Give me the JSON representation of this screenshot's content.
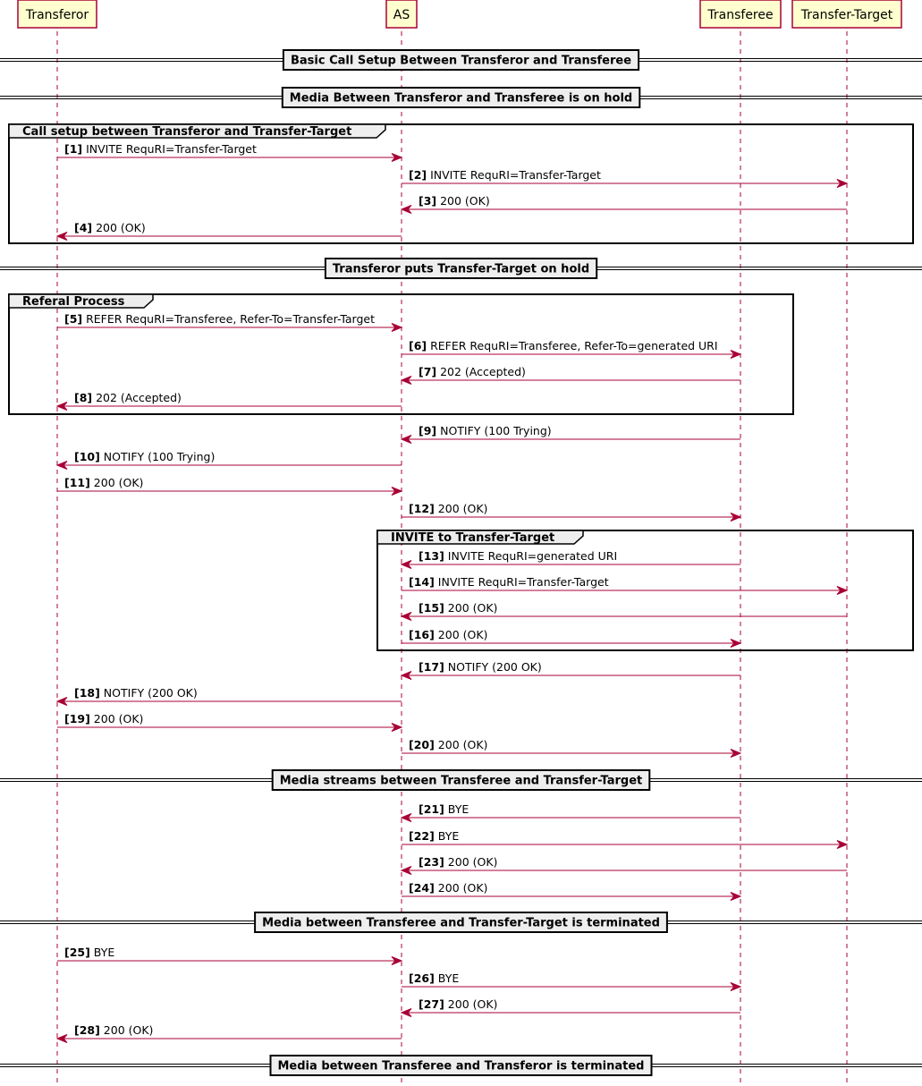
{
  "participants": [
    {
      "id": "transferor",
      "label": "Transferor"
    },
    {
      "id": "as",
      "label": "AS"
    },
    {
      "id": "transferee",
      "label": "Transferee"
    },
    {
      "id": "target",
      "label": "Transfer-Target"
    }
  ],
  "dividers": [
    {
      "label": "Basic Call Setup Between Transferor and Transferee"
    },
    {
      "label": "Media Between Transferor and Transferee is on hold"
    },
    {
      "label": "Transferor puts Transfer-Target on hold"
    },
    {
      "label": "Media streams between Transferee and Transfer-Target"
    },
    {
      "label": "Media between Transferee and Transfer-Target is terminated"
    },
    {
      "label": "Media between Transferee and Transferor is terminated"
    }
  ],
  "groups": [
    {
      "label": "Call setup between Transferor and Transfer-Target"
    },
    {
      "label": "Referal Process"
    },
    {
      "label": "INVITE to Transfer-Target"
    }
  ],
  "messages": [
    {
      "num": "[1]",
      "text": "INVITE RequRI=Transfer-Target",
      "from": "transferor",
      "to": "as"
    },
    {
      "num": "[2]",
      "text": "INVITE RequRI=Transfer-Target",
      "from": "as",
      "to": "target"
    },
    {
      "num": "[3]",
      "text": "200 (OK)",
      "from": "target",
      "to": "as"
    },
    {
      "num": "[4]",
      "text": "200 (OK)",
      "from": "as",
      "to": "transferor"
    },
    {
      "num": "[5]",
      "text": "REFER RequRI=Transferee, Refer-To=Transfer-Target",
      "from": "transferor",
      "to": "as"
    },
    {
      "num": "[6]",
      "text": "REFER RequRI=Transferee, Refer-To=generated URI",
      "from": "as",
      "to": "transferee"
    },
    {
      "num": "[7]",
      "text": "202 (Accepted)",
      "from": "transferee",
      "to": "as"
    },
    {
      "num": "[8]",
      "text": "202 (Accepted)",
      "from": "as",
      "to": "transferor"
    },
    {
      "num": "[9]",
      "text": "NOTIFY (100 Trying)",
      "from": "transferee",
      "to": "as"
    },
    {
      "num": "[10]",
      "text": "NOTIFY (100 Trying)",
      "from": "as",
      "to": "transferor"
    },
    {
      "num": "[11]",
      "text": "200 (OK)",
      "from": "transferor",
      "to": "as"
    },
    {
      "num": "[12]",
      "text": "200 (OK)",
      "from": "as",
      "to": "transferee"
    },
    {
      "num": "[13]",
      "text": "INVITE RequRI=generated URI",
      "from": "transferee",
      "to": "as"
    },
    {
      "num": "[14]",
      "text": "INVITE RequRI=Transfer-Target",
      "from": "as",
      "to": "target"
    },
    {
      "num": "[15]",
      "text": "200 (OK)",
      "from": "target",
      "to": "as"
    },
    {
      "num": "[16]",
      "text": "200 (OK)",
      "from": "as",
      "to": "transferee"
    },
    {
      "num": "[17]",
      "text": "NOTIFY (200 OK)",
      "from": "transferee",
      "to": "as"
    },
    {
      "num": "[18]",
      "text": "NOTIFY (200 OK)",
      "from": "as",
      "to": "transferor"
    },
    {
      "num": "[19]",
      "text": "200 (OK)",
      "from": "transferor",
      "to": "as"
    },
    {
      "num": "[20]",
      "text": "200 (OK)",
      "from": "as",
      "to": "transferee"
    },
    {
      "num": "[21]",
      "text": "BYE",
      "from": "transferee",
      "to": "as"
    },
    {
      "num": "[22]",
      "text": "BYE",
      "from": "as",
      "to": "target"
    },
    {
      "num": "[23]",
      "text": "200 (OK)",
      "from": "target",
      "to": "as"
    },
    {
      "num": "[24]",
      "text": "200 (OK)",
      "from": "as",
      "to": "transferee"
    },
    {
      "num": "[25]",
      "text": "BYE",
      "from": "transferor",
      "to": "as"
    },
    {
      "num": "[26]",
      "text": "BYE",
      "from": "as",
      "to": "transferee"
    },
    {
      "num": "[27]",
      "text": "200 (OK)",
      "from": "transferee",
      "to": "as"
    },
    {
      "num": "[28]",
      "text": "200 (OK)",
      "from": "as",
      "to": "transferor"
    }
  ]
}
